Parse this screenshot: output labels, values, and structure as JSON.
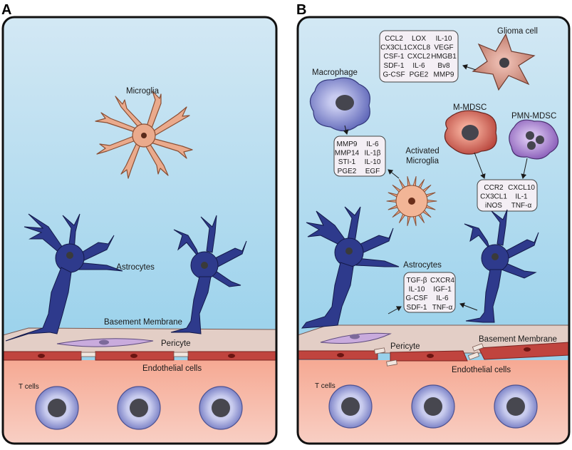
{
  "panel_a": {
    "letter": "A",
    "labels": {
      "microglia": "Microglia",
      "astrocytes": "Astrocytes",
      "basement_membrane": "Basement Membrane",
      "pericyte": "Pericyte",
      "endothelial_cells": "Endothelial cells",
      "t_cells": "T cells"
    }
  },
  "panel_b": {
    "letter": "B",
    "labels": {
      "glioma_cell": "Glioma cell",
      "macrophage": "Macrophage",
      "m_mdsc": "M-MDSC",
      "pmn_mdsc": "PMN-MDSC",
      "activated_microglia_line1": "Activated",
      "activated_microglia_line2": "Microglia",
      "astrocytes": "Astrocytes",
      "basement_membrane": "Basement Membrane",
      "pericyte": "Pericyte",
      "endothelial_cells": "Endothelial cells",
      "t_cells": "T cells"
    },
    "glioma_factors": [
      [
        "CCL2",
        "LOX",
        "IL-10"
      ],
      [
        "CX3CL1",
        "CXCL8",
        "VEGF"
      ],
      [
        "CSF-1",
        "CXCL2",
        "HMGB1"
      ],
      [
        "SDF-1",
        "IL-6",
        "Bv8"
      ],
      [
        "G-CSF",
        "PGE2",
        "MMP9"
      ]
    ],
    "microglia_factors": [
      [
        "MMP9",
        "IL-6"
      ],
      [
        "MMP14",
        "IL-1β"
      ],
      [
        "STI-1",
        "IL-10"
      ],
      [
        "PGE2",
        "EGF"
      ]
    ],
    "mdsc_factors": [
      [
        "CCR2",
        "CXCL10"
      ],
      [
        "CX3CL1",
        "IL-1"
      ],
      [
        "iNOS",
        "TNF-α"
      ]
    ],
    "astrocyte_factors": [
      [
        "TGF-β",
        "CXCR4"
      ],
      [
        "IL-10",
        "IGF-1"
      ],
      [
        "G-CSF",
        "IL-6"
      ],
      [
        "SDF-1",
        "TNF-α"
      ]
    ]
  },
  "colors": {
    "brain_top": "#cfe6f3",
    "brain_bottom": "#8fcdea",
    "membrane": "#e2cdc6",
    "endothelium": "#b8413e",
    "blood": "#f3a896",
    "astrocyte": "#2e3a8c",
    "microglia": "#e8a88a",
    "glioma": "#c98272",
    "macrophage": "#6d74c0",
    "m_mdsc": "#c9564b",
    "pmn_mdsc": "#8e63b8",
    "pericyte": "#c4a6d8",
    "t_cell": "#8e92cf"
  }
}
